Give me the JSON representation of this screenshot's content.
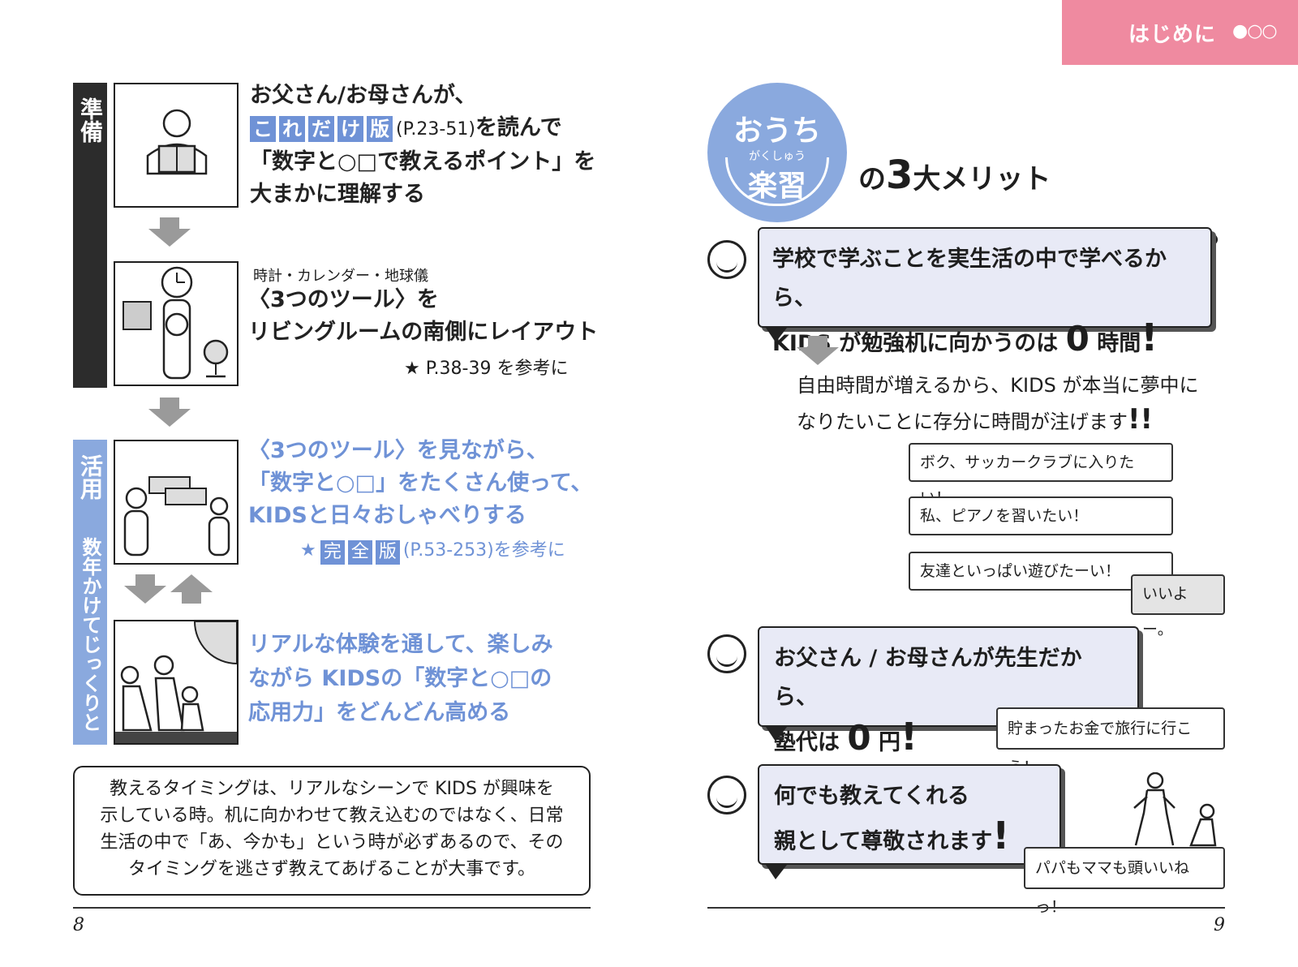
{
  "header": {
    "title": "はじめに",
    "dots": "●○○"
  },
  "left": {
    "bar_prep": "準備",
    "bar_use": "活用",
    "bar_use_sub": "数年かけてじっくりと",
    "step1": {
      "line1": "お父さん/お母さんが、",
      "tags": [
        "こ",
        "れ",
        "だ",
        "け",
        "版"
      ],
      "pages": "(P.23-51)",
      "after": "を読んで",
      "line3": "「数字と○□で教えるポイント」を",
      "line4": "大まかに理解する"
    },
    "step2": {
      "caption": "時計・カレンダー・地球儀",
      "line1": "〈3つのツール〉を",
      "line2": "リビングルームの南側にレイアウト",
      "ref": "★ P.38-39 を参考に"
    },
    "step3": {
      "line1": "〈3つのツール〉を見ながら、",
      "line2": "「数字と○□」をたくさん使って、",
      "line3": "KIDSと日々おしゃべりする",
      "star": "★",
      "tags": [
        "完",
        "全",
        "版"
      ],
      "ref": "(P.53-253)を参考に"
    },
    "step4": {
      "line1": "リアルな体験を通して、楽しみ",
      "line2": "ながら KIDSの「数字と○□の",
      "line3": "応用力」をどんどん高める"
    },
    "tip": {
      "line1": "教えるタイミングは、リアルなシーンで KIDS が興味を",
      "line2": "示している時。机に向かわせて教え込むのではなく、日常",
      "line3": "生活の中で「あ、今かも」という時が必ずあるので、その",
      "line4": "タイミングを逃さず教えてあげることが大事です。"
    },
    "page_number": "8"
  },
  "right": {
    "badge": {
      "top": "おうち",
      "ruby": "がくしゅう",
      "bottom": "楽習"
    },
    "merit_title": {
      "pre": "の",
      "num": "3",
      "post": "大メリット"
    },
    "merit1": {
      "dots": "●●●●●●●●●●",
      "line1": "学校で学ぶことを実生活の中で学べるから、",
      "line2_pre": "KIDS が勉強机に向かうのは",
      "num": "0",
      "unit": "時間",
      "excl": "!"
    },
    "merit1_detail": {
      "line1": "自由時間が増えるから、KIDS が本当に夢中に",
      "line2": "なりたいことに存分に時間が注げます",
      "excl": "!!"
    },
    "kid_bubbles": [
      "ボク、サッカークラブに入りたい！",
      "私、ピアノを習いたい！",
      "友達といっぱい遊びたーい！"
    ],
    "parent_reply": "いいよー。",
    "merit2": {
      "line1": "お父さん / お母さんが先生だから、",
      "line2_pre": "塾代は",
      "num": "0",
      "unit": "円",
      "excl": "!",
      "reply": "貯まったお金で旅行に行こう！"
    },
    "merit3": {
      "line1": "何でも教えてくれる",
      "line2": "親として尊敬されます",
      "excl": "!",
      "reply": "パパもママも頭いいねっ！"
    },
    "page_number": "9"
  }
}
